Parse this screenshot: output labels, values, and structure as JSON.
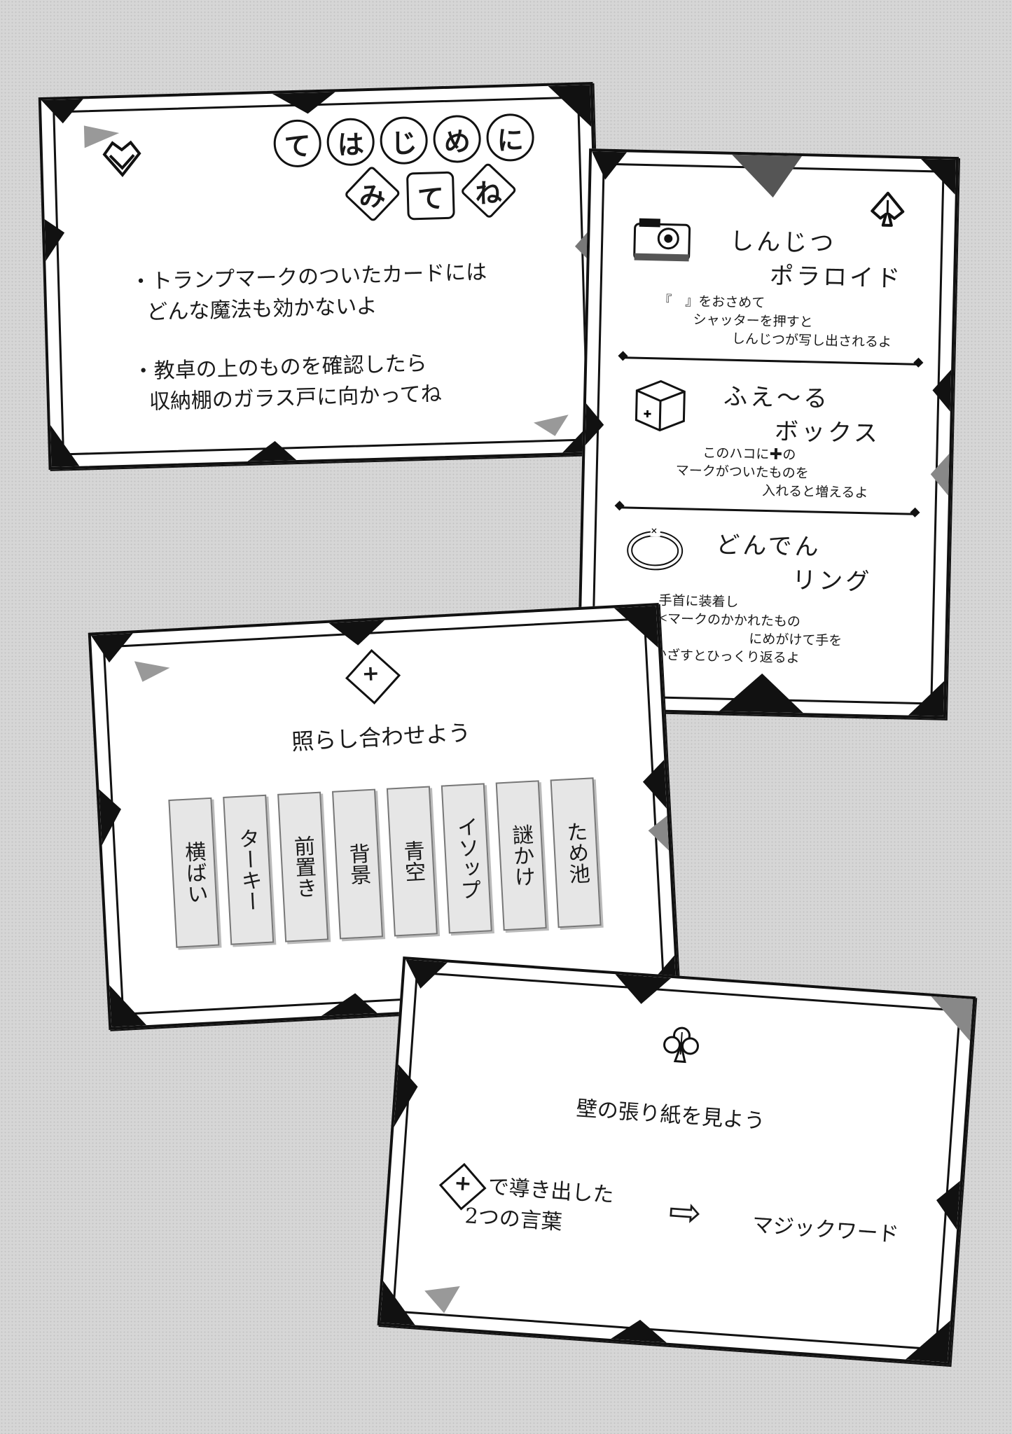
{
  "card1": {
    "title_line1": [
      "て",
      "は",
      "じ",
      "め",
      "に"
    ],
    "title_line2": [
      "み",
      "て",
      "ね"
    ],
    "bullet1_line1": "・トランプマークのついたカードには",
    "bullet1_line2": "どんな魔法も効かないよ",
    "bullet2_line1": "・教卓の上のものを確認したら",
    "bullet2_line2": "収納棚のガラス戸に向かってね",
    "suit_icon": "heart-icon"
  },
  "card2": {
    "suit_icon": "spade-icon",
    "items": [
      {
        "title_line1": "しんじつ",
        "title_line2": "ポラロイド",
        "desc": [
          "『　』をおさめて",
          "シャッターを押すと",
          "しんじつが写し出されるよ"
        ],
        "icon": "polaroid-camera-icon"
      },
      {
        "title_line1": "ふえ～る",
        "title_line2": "ボックス",
        "desc": [
          "このハコに✚の",
          "マークがついたものを",
          "入れると増えるよ"
        ],
        "icon": "box-icon"
      },
      {
        "title_line1": "どんでん",
        "title_line2": "リング",
        "desc": [
          "手首に装着し",
          "✂マークのかかれたもの",
          "にめがけて手を",
          "かざすとひっくり返るよ"
        ],
        "icon": "ring-icon"
      }
    ]
  },
  "card3": {
    "suit_icon": "diamond-icon",
    "mark_glyph": "+",
    "heading": "照らし合わせよう",
    "tiles": [
      "横ばい",
      "ターキー",
      "前置き",
      "背景",
      "青空",
      "イソップ",
      "謎かけ",
      "ため池"
    ]
  },
  "card4": {
    "suit_icon": "club-icon",
    "heading": "壁の張り紙を見よう",
    "mark_glyph": "+",
    "left_line1": "で導き出した",
    "left_line2": "2つの言葉",
    "arrow": "⇨",
    "right": "マジックワード"
  }
}
